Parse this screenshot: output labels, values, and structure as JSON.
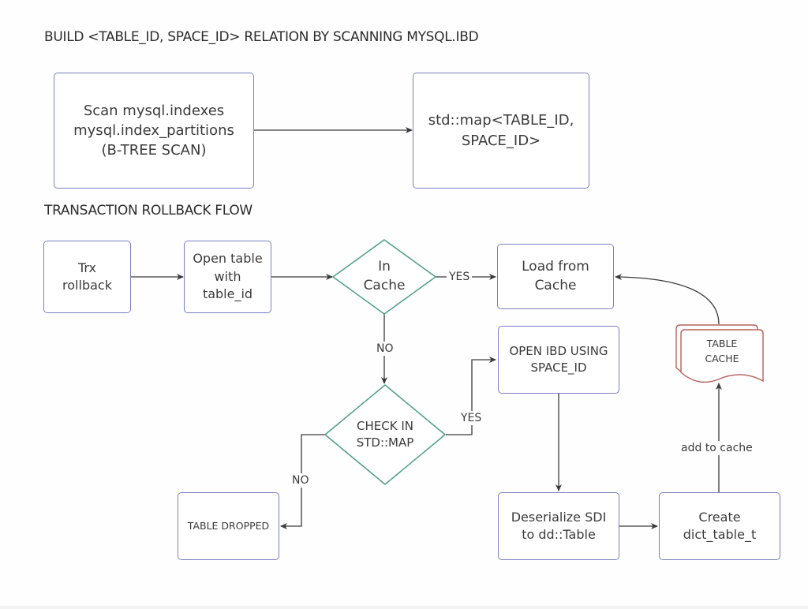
{
  "headings": {
    "section1": "BUILD <TABLE_ID, SPACE_ID> RELATION BY SCANNING MYSQL.IBD",
    "section2": "TRANSACTION ROLLBACK FLOW"
  },
  "colors": {
    "process_border": "#7b7fc1",
    "decision_border": "#4e9e8a",
    "document_border": "#b5605a",
    "edge": "#3a3a3a"
  },
  "nodes": {
    "scan": "Scan mysql.indexes\nmysql.index_partitions\n(B-TREE SCAN)",
    "std_map": "std::map<TABLE_ID,\nSPACE_ID>",
    "trx_rollback": "Trx\nrollback",
    "open_table": "Open table\nwith\ntable_id",
    "in_cache": "In\nCache",
    "load_from_cache": "Load from\nCache",
    "open_ibd": "OPEN IBD USING\nSPACE_ID",
    "check_map": "CHECK IN\nSTD::MAP",
    "table_dropped": "TABLE DROPPED",
    "deserialize": "Deserialize SDI\nto dd::Table",
    "create_dict": "Create\ndict_table_t",
    "table_cache": "TABLE\nCACHE"
  },
  "edge_labels": {
    "in_cache_yes": "YES",
    "in_cache_no": "NO",
    "check_map_yes": "YES",
    "check_map_no": "NO",
    "add_to_cache": "add to cache"
  }
}
